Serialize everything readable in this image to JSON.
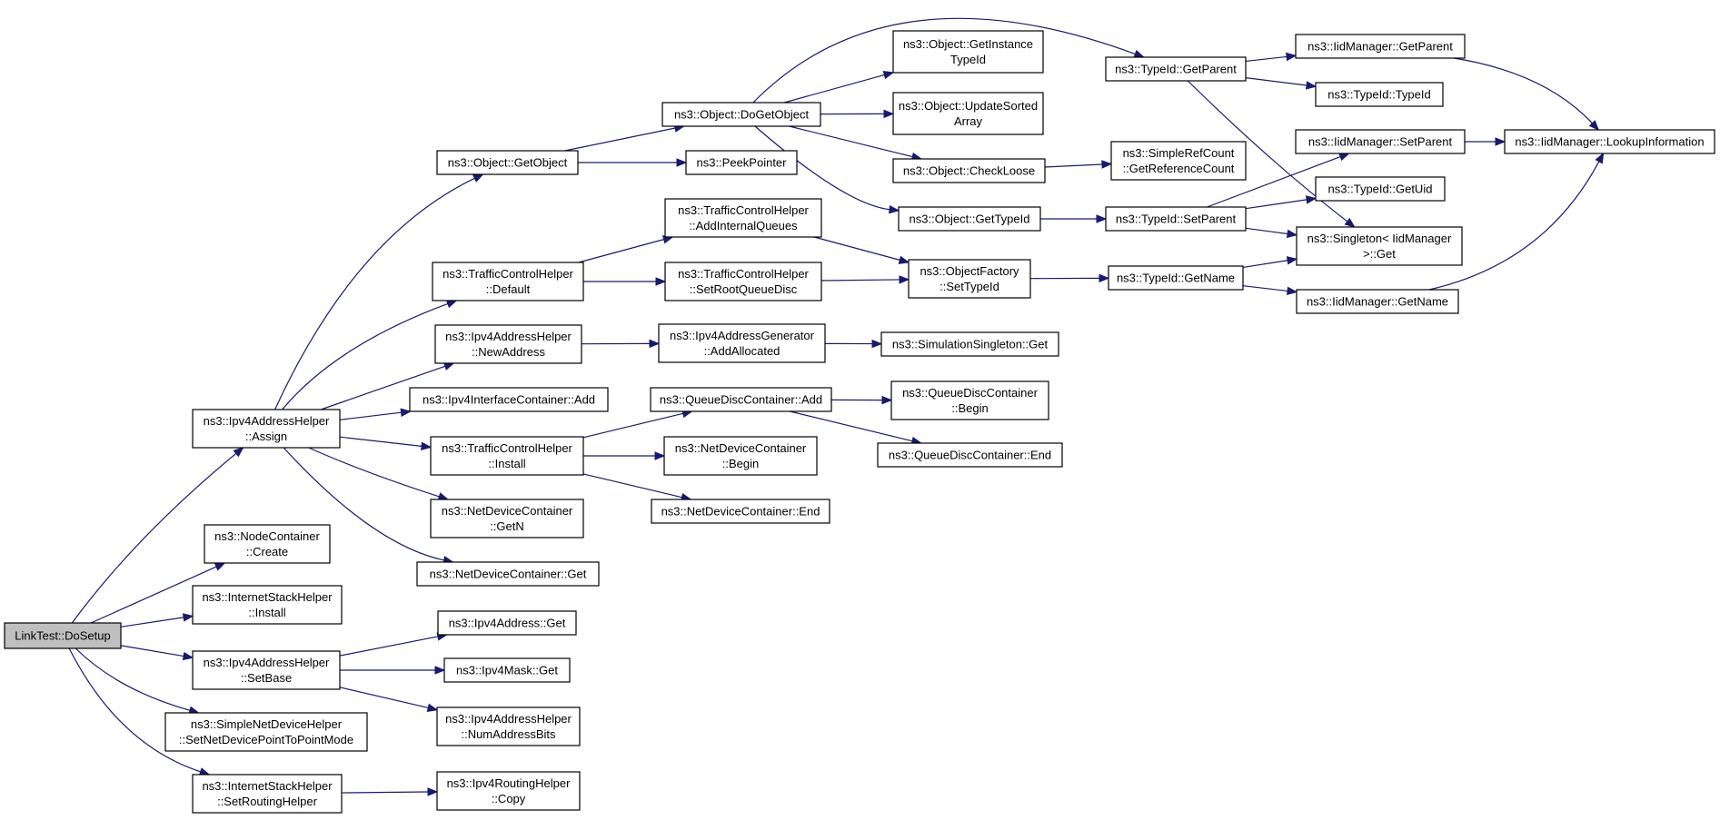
{
  "colors": {
    "edge": "#191970",
    "root_fill": "#bfbfbf",
    "node_fill": "#ffffff",
    "node_stroke": "#000000"
  },
  "nodes": [
    {
      "id": "linktest_dosetup",
      "lines": [
        "LinkTest::DoSetup"
      ]
    },
    {
      "id": "ipv4addr_assign",
      "lines": [
        "ns3::Ipv4AddressHelper",
        "::Assign"
      ]
    },
    {
      "id": "nodecontainer_create",
      "lines": [
        "ns3::NodeContainer",
        "::Create"
      ]
    },
    {
      "id": "inetstack_install",
      "lines": [
        "ns3::InternetStackHelper",
        "::Install"
      ]
    },
    {
      "id": "ipv4addr_setbase",
      "lines": [
        "ns3::Ipv4AddressHelper",
        "::SetBase"
      ]
    },
    {
      "id": "simplenetdev_setp2p",
      "lines": [
        "ns3::SimpleNetDeviceHelper",
        "::SetNetDevicePointToPointMode"
      ]
    },
    {
      "id": "inetstack_setrouting",
      "lines": [
        "ns3::InternetStackHelper",
        "::SetRoutingHelper"
      ]
    },
    {
      "id": "object_getobject",
      "lines": [
        "ns3::Object::GetObject"
      ]
    },
    {
      "id": "tch_default",
      "lines": [
        "ns3::TrafficControlHelper",
        "::Default"
      ]
    },
    {
      "id": "ipv4addr_newaddress",
      "lines": [
        "ns3::Ipv4AddressHelper",
        "::NewAddress"
      ]
    },
    {
      "id": "ipv4ifc_add",
      "lines": [
        "ns3::Ipv4InterfaceContainer::Add"
      ]
    },
    {
      "id": "tch_install",
      "lines": [
        "ns3::TrafficControlHelper",
        "::Install"
      ]
    },
    {
      "id": "netdevc_getn",
      "lines": [
        "ns3::NetDeviceContainer",
        "::GetN"
      ]
    },
    {
      "id": "netdevc_get",
      "lines": [
        "ns3::NetDeviceContainer::Get"
      ]
    },
    {
      "id": "ipv4address_get",
      "lines": [
        "ns3::Ipv4Address::Get"
      ]
    },
    {
      "id": "ipv4mask_get",
      "lines": [
        "ns3::Ipv4Mask::Get"
      ]
    },
    {
      "id": "ipv4addr_numaddressbits",
      "lines": [
        "ns3::Ipv4AddressHelper",
        "::NumAddressBits"
      ]
    },
    {
      "id": "ipv4routing_copy",
      "lines": [
        "ns3::Ipv4RoutingHelper",
        "::Copy"
      ]
    },
    {
      "id": "object_dogetobject",
      "lines": [
        "ns3::Object::DoGetObject"
      ]
    },
    {
      "id": "peekpointer",
      "lines": [
        "ns3::PeekPointer"
      ]
    },
    {
      "id": "tch_addinternalqueues",
      "lines": [
        "ns3::TrafficControlHelper",
        "::AddInternalQueues"
      ]
    },
    {
      "id": "tch_setrootqueuedisc",
      "lines": [
        "ns3::TrafficControlHelper",
        "::SetRootQueueDisc"
      ]
    },
    {
      "id": "ipv4addrgen_addallocated",
      "lines": [
        "ns3::Ipv4AddressGenerator",
        "::AddAllocated"
      ]
    },
    {
      "id": "qdc_add",
      "lines": [
        "ns3::QueueDiscContainer::Add"
      ]
    },
    {
      "id": "netdevc_begin",
      "lines": [
        "ns3::NetDeviceContainer",
        "::Begin"
      ]
    },
    {
      "id": "netdevc_end",
      "lines": [
        "ns3::NetDeviceContainer::End"
      ]
    },
    {
      "id": "object_getinstancetypeid",
      "lines": [
        "ns3::Object::GetInstance",
        "TypeId"
      ]
    },
    {
      "id": "object_updatesortedarray",
      "lines": [
        "ns3::Object::UpdateSorted",
        "Array"
      ]
    },
    {
      "id": "object_checkloose",
      "lines": [
        "ns3::Object::CheckLoose"
      ]
    },
    {
      "id": "object_gettypeid",
      "lines": [
        "ns3::Object::GetTypeId"
      ]
    },
    {
      "id": "objectfactory_settypeid",
      "lines": [
        "ns3::ObjectFactory",
        "::SetTypeId"
      ]
    },
    {
      "id": "simsingleton_get",
      "lines": [
        "ns3::SimulationSingleton::Get"
      ]
    },
    {
      "id": "qdc_begin",
      "lines": [
        "ns3::QueueDiscContainer",
        "::Begin"
      ]
    },
    {
      "id": "qdc_end",
      "lines": [
        "ns3::QueueDiscContainer::End"
      ]
    },
    {
      "id": "typeid_getparent",
      "lines": [
        "ns3::TypeId::GetParent"
      ]
    },
    {
      "id": "simplerefcount_getrefcount",
      "lines": [
        "ns3::SimpleRefCount",
        "::GetReferenceCount"
      ]
    },
    {
      "id": "typeid_setparent",
      "lines": [
        "ns3::TypeId::SetParent"
      ]
    },
    {
      "id": "typeid_getname",
      "lines": [
        "ns3::TypeId::GetName"
      ]
    },
    {
      "id": "iidmgr_getparent",
      "lines": [
        "ns3::IidManager::GetParent"
      ]
    },
    {
      "id": "typeid_typeid",
      "lines": [
        "ns3::TypeId::TypeId"
      ]
    },
    {
      "id": "iidmgr_setparent",
      "lines": [
        "ns3::IidManager::SetParent"
      ]
    },
    {
      "id": "typeid_getuid",
      "lines": [
        "ns3::TypeId::GetUid"
      ]
    },
    {
      "id": "singleton_iidmgr_get",
      "lines": [
        "ns3::Singleton< IidManager",
        " >::Get"
      ]
    },
    {
      "id": "iidmgr_getname",
      "lines": [
        "ns3::IidManager::GetName"
      ]
    },
    {
      "id": "iidmgr_lookupinformation",
      "lines": [
        "ns3::IidManager::LookupInformation"
      ]
    }
  ],
  "edges": [
    [
      "linktest_dosetup",
      "ipv4addr_assign"
    ],
    [
      "linktest_dosetup",
      "nodecontainer_create"
    ],
    [
      "linktest_dosetup",
      "inetstack_install"
    ],
    [
      "linktest_dosetup",
      "ipv4addr_setbase"
    ],
    [
      "linktest_dosetup",
      "simplenetdev_setp2p"
    ],
    [
      "linktest_dosetup",
      "inetstack_setrouting"
    ],
    [
      "ipv4addr_assign",
      "object_getobject"
    ],
    [
      "ipv4addr_assign",
      "tch_default"
    ],
    [
      "ipv4addr_assign",
      "ipv4addr_newaddress"
    ],
    [
      "ipv4addr_assign",
      "ipv4ifc_add"
    ],
    [
      "ipv4addr_assign",
      "tch_install"
    ],
    [
      "ipv4addr_assign",
      "netdevc_getn"
    ],
    [
      "ipv4addr_assign",
      "netdevc_get"
    ],
    [
      "ipv4addr_setbase",
      "ipv4address_get"
    ],
    [
      "ipv4addr_setbase",
      "ipv4mask_get"
    ],
    [
      "ipv4addr_setbase",
      "ipv4addr_numaddressbits"
    ],
    [
      "inetstack_setrouting",
      "ipv4routing_copy"
    ],
    [
      "object_getobject",
      "object_dogetobject"
    ],
    [
      "object_getobject",
      "peekpointer"
    ],
    [
      "tch_default",
      "tch_addinternalqueues"
    ],
    [
      "tch_default",
      "tch_setrootqueuedisc"
    ],
    [
      "ipv4addr_newaddress",
      "ipv4addrgen_addallocated"
    ],
    [
      "tch_install",
      "qdc_add"
    ],
    [
      "tch_install",
      "netdevc_begin"
    ],
    [
      "tch_install",
      "netdevc_end"
    ],
    [
      "object_dogetobject",
      "typeid_getparent"
    ],
    [
      "object_dogetobject",
      "object_getinstancetypeid"
    ],
    [
      "object_dogetobject",
      "object_updatesortedarray"
    ],
    [
      "object_dogetobject",
      "object_checkloose"
    ],
    [
      "object_dogetobject",
      "object_gettypeid"
    ],
    [
      "tch_addinternalqueues",
      "objectfactory_settypeid"
    ],
    [
      "tch_setrootqueuedisc",
      "objectfactory_settypeid"
    ],
    [
      "ipv4addrgen_addallocated",
      "simsingleton_get"
    ],
    [
      "qdc_add",
      "qdc_begin"
    ],
    [
      "qdc_add",
      "qdc_end"
    ],
    [
      "object_checkloose",
      "simplerefcount_getrefcount"
    ],
    [
      "object_gettypeid",
      "typeid_setparent"
    ],
    [
      "objectfactory_settypeid",
      "typeid_getname"
    ],
    [
      "typeid_getparent",
      "iidmgr_getparent"
    ],
    [
      "typeid_getparent",
      "typeid_typeid"
    ],
    [
      "typeid_getparent",
      "singleton_iidmgr_get"
    ],
    [
      "typeid_setparent",
      "iidmgr_setparent"
    ],
    [
      "typeid_setparent",
      "typeid_getuid"
    ],
    [
      "typeid_setparent",
      "singleton_iidmgr_get"
    ],
    [
      "typeid_getname",
      "singleton_iidmgr_get"
    ],
    [
      "typeid_getname",
      "iidmgr_getname"
    ],
    [
      "iidmgr_getparent",
      "iidmgr_lookupinformation"
    ],
    [
      "iidmgr_setparent",
      "iidmgr_lookupinformation"
    ],
    [
      "iidmgr_getname",
      "iidmgr_lookupinformation"
    ]
  ]
}
